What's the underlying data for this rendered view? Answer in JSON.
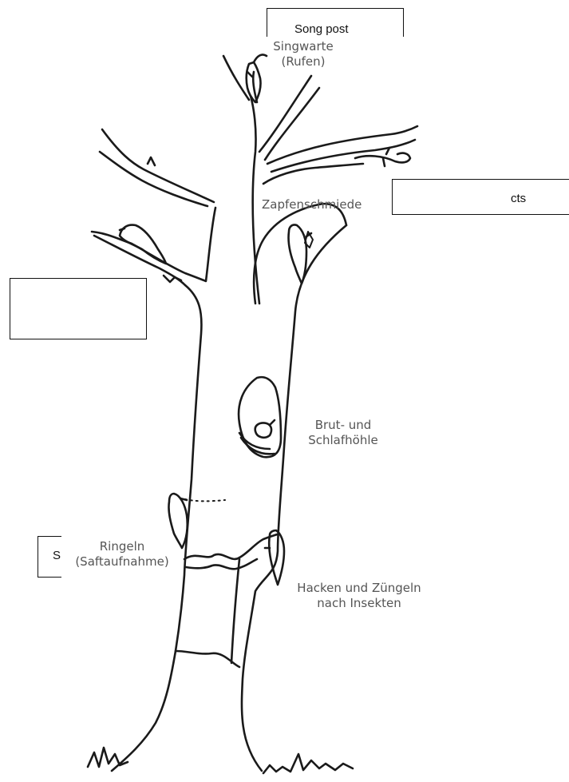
{
  "labels": {
    "singwarte_line1": "Singwarte",
    "singwarte_line2": "(Rufen)",
    "zapfenschmiede": "Zapfenschmiede",
    "brut_line1": "Brut- und",
    "brut_line2": "Schlafhöhle",
    "ringeln_line1": "Ringeln",
    "ringeln_line2": "(Saftaufnahme)",
    "hacken_line1": "Hacken und Züngeln",
    "hacken_line2": "nach Insekten"
  },
  "overlay_boxes": {
    "song_post": "Song post",
    "cts_fragment": "cts",
    "s_fragment": "S"
  },
  "colors": {
    "line": "#1a1a1a",
    "label_text": "#555555",
    "box_border": "#111111"
  }
}
